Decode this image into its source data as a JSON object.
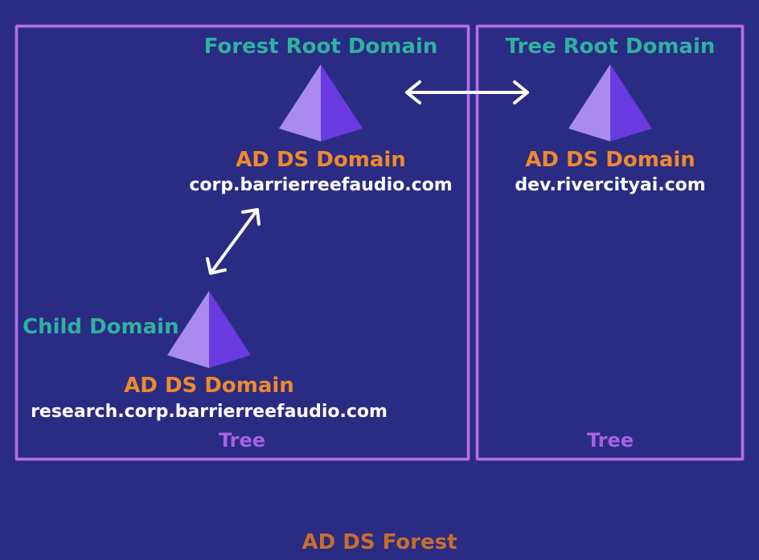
{
  "forest": {
    "label": "AD DS Forest"
  },
  "trees": [
    {
      "label": "Tree",
      "domains": [
        {
          "role": "Forest Root Domain",
          "type": "AD DS Domain",
          "name": "corp.barrierreefaudio.com"
        },
        {
          "role": "Child Domain",
          "type": "AD DS Domain",
          "name": "research.corp.barrierreefaudio.com"
        }
      ]
    },
    {
      "label": "Tree",
      "domains": [
        {
          "role": "Tree Root Domain",
          "type": "AD DS Domain",
          "name": "dev.rivercityai.com"
        }
      ]
    }
  ],
  "colors": {
    "background": "#2a2b83",
    "tree_border": "#b56ee9",
    "role_text": "#2fb2a1",
    "domain_type_text": "#ee8a2c",
    "tree_label": "#a761e8",
    "forest_label": "#c66e2f",
    "pyramid_light": "#a98bf0",
    "pyramid_dark": "#6a3be0"
  },
  "icons": {
    "domain": "pyramid-icon",
    "trust": "double-arrow-icon"
  }
}
